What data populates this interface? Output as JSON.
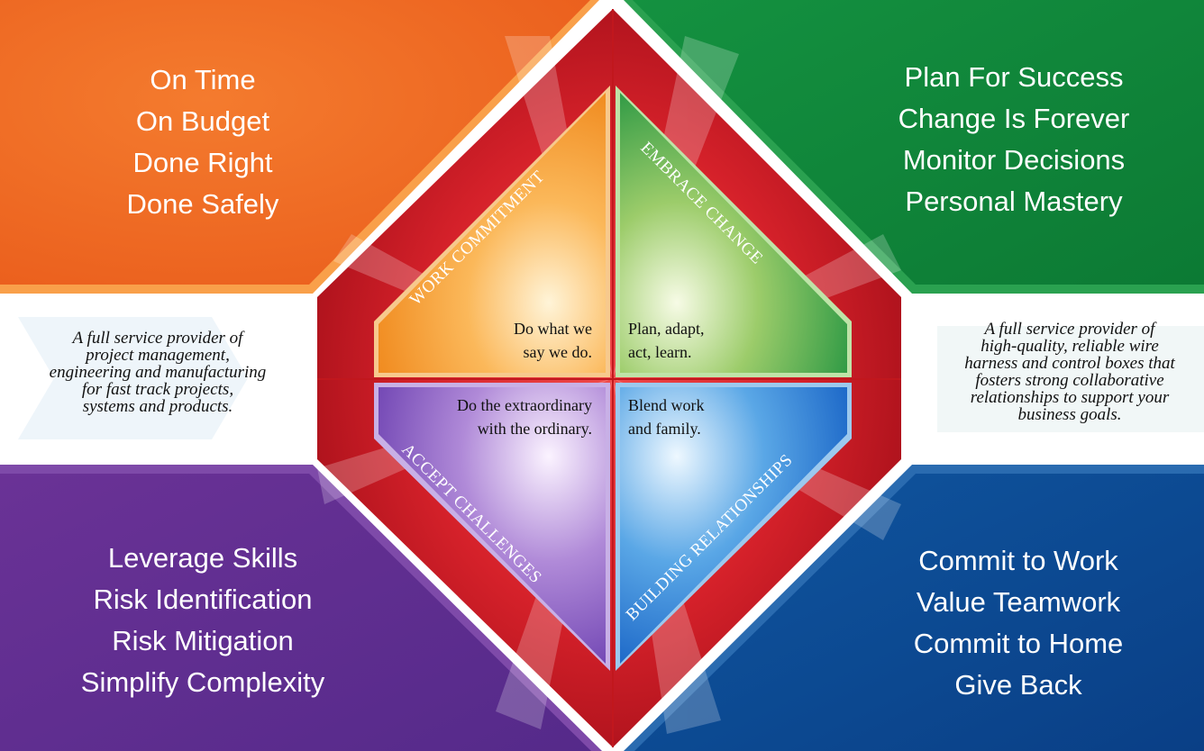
{
  "colors": {
    "orange": "#f26b21",
    "green": "#168a3c",
    "purple": "#5e2c8f",
    "blue": "#0a4a91",
    "red": "#c1171d"
  },
  "panels": {
    "top_left": [
      "On Time",
      "On Budget",
      "Done Right",
      "Done Safely"
    ],
    "top_right": [
      "Plan For Success",
      "Change Is Forever",
      "Monitor Decisions",
      "Personal Mastery"
    ],
    "bottom_left": [
      "Leverage Skills",
      "Risk Identification",
      "Risk Mitigation",
      "Simplify Complexity"
    ],
    "bottom_right": [
      "Commit to Work",
      "Value Teamwork",
      "Commit to Home",
      "Give Back"
    ]
  },
  "side_text": {
    "left": [
      "A full service provider of",
      "project management,",
      "engineering and manufacturing",
      "for fast track projects,",
      "systems and products."
    ],
    "right": [
      "A full service provider of",
      "high-quality, reliable wire",
      "harness and control boxes that",
      "fosters strong collaborative",
      "relationships to support your",
      "business goals."
    ]
  },
  "diagram": {
    "labels": {
      "work_commitment": "WORK COMMITMENT",
      "embrace_change": "EMBRACE CHANGE",
      "accept_challenges": "ACCEPT CHALLENGES",
      "building_relationships": "BUILDING RELATIONSHIPS"
    },
    "taglines": {
      "top_left": [
        "Do what we",
        "say we do."
      ],
      "top_right": [
        "Plan, adapt,",
        "act, learn."
      ],
      "bottom_left": [
        "Do the extraordinary",
        "with the ordinary."
      ],
      "bottom_right": [
        "Blend work",
        "and family."
      ]
    }
  }
}
